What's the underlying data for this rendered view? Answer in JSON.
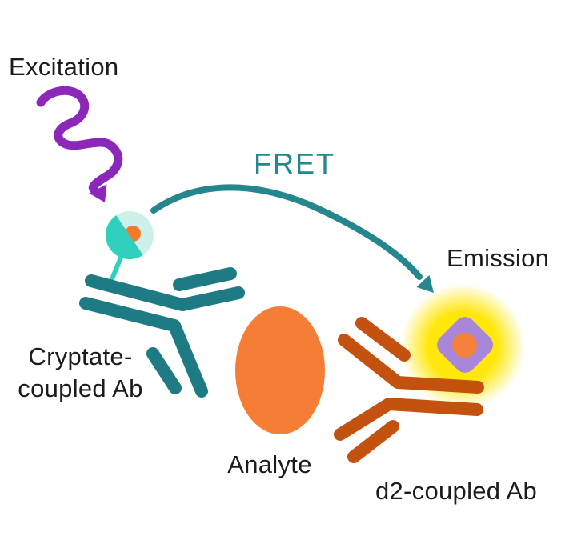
{
  "diagram": {
    "type": "FRET immunoassay schematic",
    "labels": {
      "excitation": "Excitation",
      "fret": "FRET",
      "emission": "Emission",
      "cryptate_line1": "Cryptate-",
      "cryptate_line2": "coupled Ab",
      "analyte": "Analyte",
      "d2": "d2-coupled Ab"
    },
    "icons": {
      "excitation_arrow": "purple-wavy-arrow-icon",
      "fret_arrow": "teal-curved-arrow-icon",
      "donor": "cryptate-donor-sphere-icon",
      "acceptor": "d2-acceptor-diamond-icon",
      "analyte": "orange-ellipse-icon",
      "antibody_left": "teal-antibody-icon",
      "antibody_right": "rust-antibody-icon",
      "emission_glow": "yellow-glow-icon"
    },
    "palette": {
      "excitation_purple": "#8c28b9",
      "fret_teal": "#26868e",
      "antibody_teal": "#1e7b84",
      "cryptate_turquoise": "#2fd1be",
      "cryptate_mint": "#cdf0ea",
      "donor_core_orange": "#f8782a",
      "analyte_orange": "#f57d35",
      "d2_rust": "#c2520e",
      "acceptor_purple": "#a886d9",
      "acceptor_core_orange": "#f5823c",
      "emission_yellow": "#ffe70a",
      "text_black": "#1c1c1c"
    }
  }
}
